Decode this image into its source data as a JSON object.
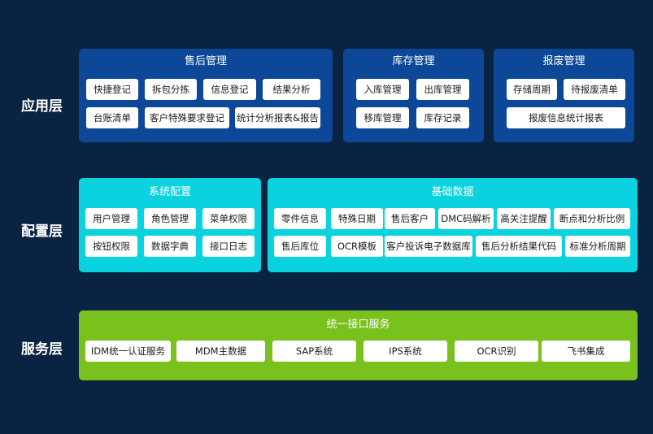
{
  "layers": {
    "application": "应用层",
    "configuration": "配置层",
    "service": "服务层"
  },
  "after_sales": {
    "title": "售后管理",
    "items": [
      "快捷登记",
      "拆包分拣",
      "信息登记",
      "结果分析",
      "台账清单",
      "客户特殊要求登记",
      "统计分析报表&报告"
    ]
  },
  "inventory": {
    "title": "库存管理",
    "items": [
      "入库管理",
      "出库管理",
      "移库管理",
      "库存记录"
    ]
  },
  "scrap": {
    "title": "报废管理",
    "items": [
      "存储周期",
      "待报废清单",
      "报废信息统计报表"
    ]
  },
  "system_config": {
    "title": "系统配置",
    "items": [
      "用户管理",
      "角色管理",
      "菜单权限",
      "按钮权限",
      "数据字典",
      "接口日志"
    ]
  },
  "basic_data": {
    "title": "基础数据",
    "items": [
      "零件信息",
      "特殊日期",
      "售后客户",
      "DMC码解析",
      "高关注提醒",
      "断点和分析比例",
      "售后库位",
      "OCR模板",
      "客户投诉电子数据库",
      "售后分析结果代码",
      "标准分析周期"
    ]
  },
  "unified_service": {
    "title": "统一接口服务",
    "items": [
      "IDM统一认证服务",
      "MDM主数据",
      "SAP系统",
      "IPS系统",
      "OCR识别",
      "飞书集成"
    ]
  },
  "colors": {
    "background": "#0b2343",
    "application_panel": "#0d4797",
    "configuration_panel": "#0ad3df",
    "service_panel": "#79c11c"
  }
}
